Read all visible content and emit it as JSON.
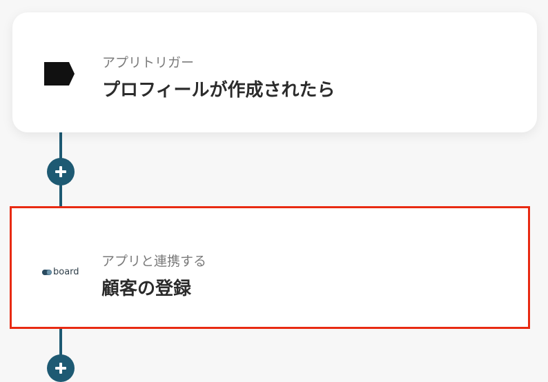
{
  "flow": {
    "trigger": {
      "subtitle": "アプリトリガー",
      "title": "プロフィールが作成されたら",
      "icon": "flag-icon"
    },
    "action": {
      "subtitle": "アプリと連携する",
      "title": "顧客の登録",
      "icon": "board-logo-icon",
      "logo_text": "board",
      "highlight_color": "#e82a12"
    },
    "add_step_icon": "plus-icon",
    "accent_color": "#1e5a73"
  }
}
